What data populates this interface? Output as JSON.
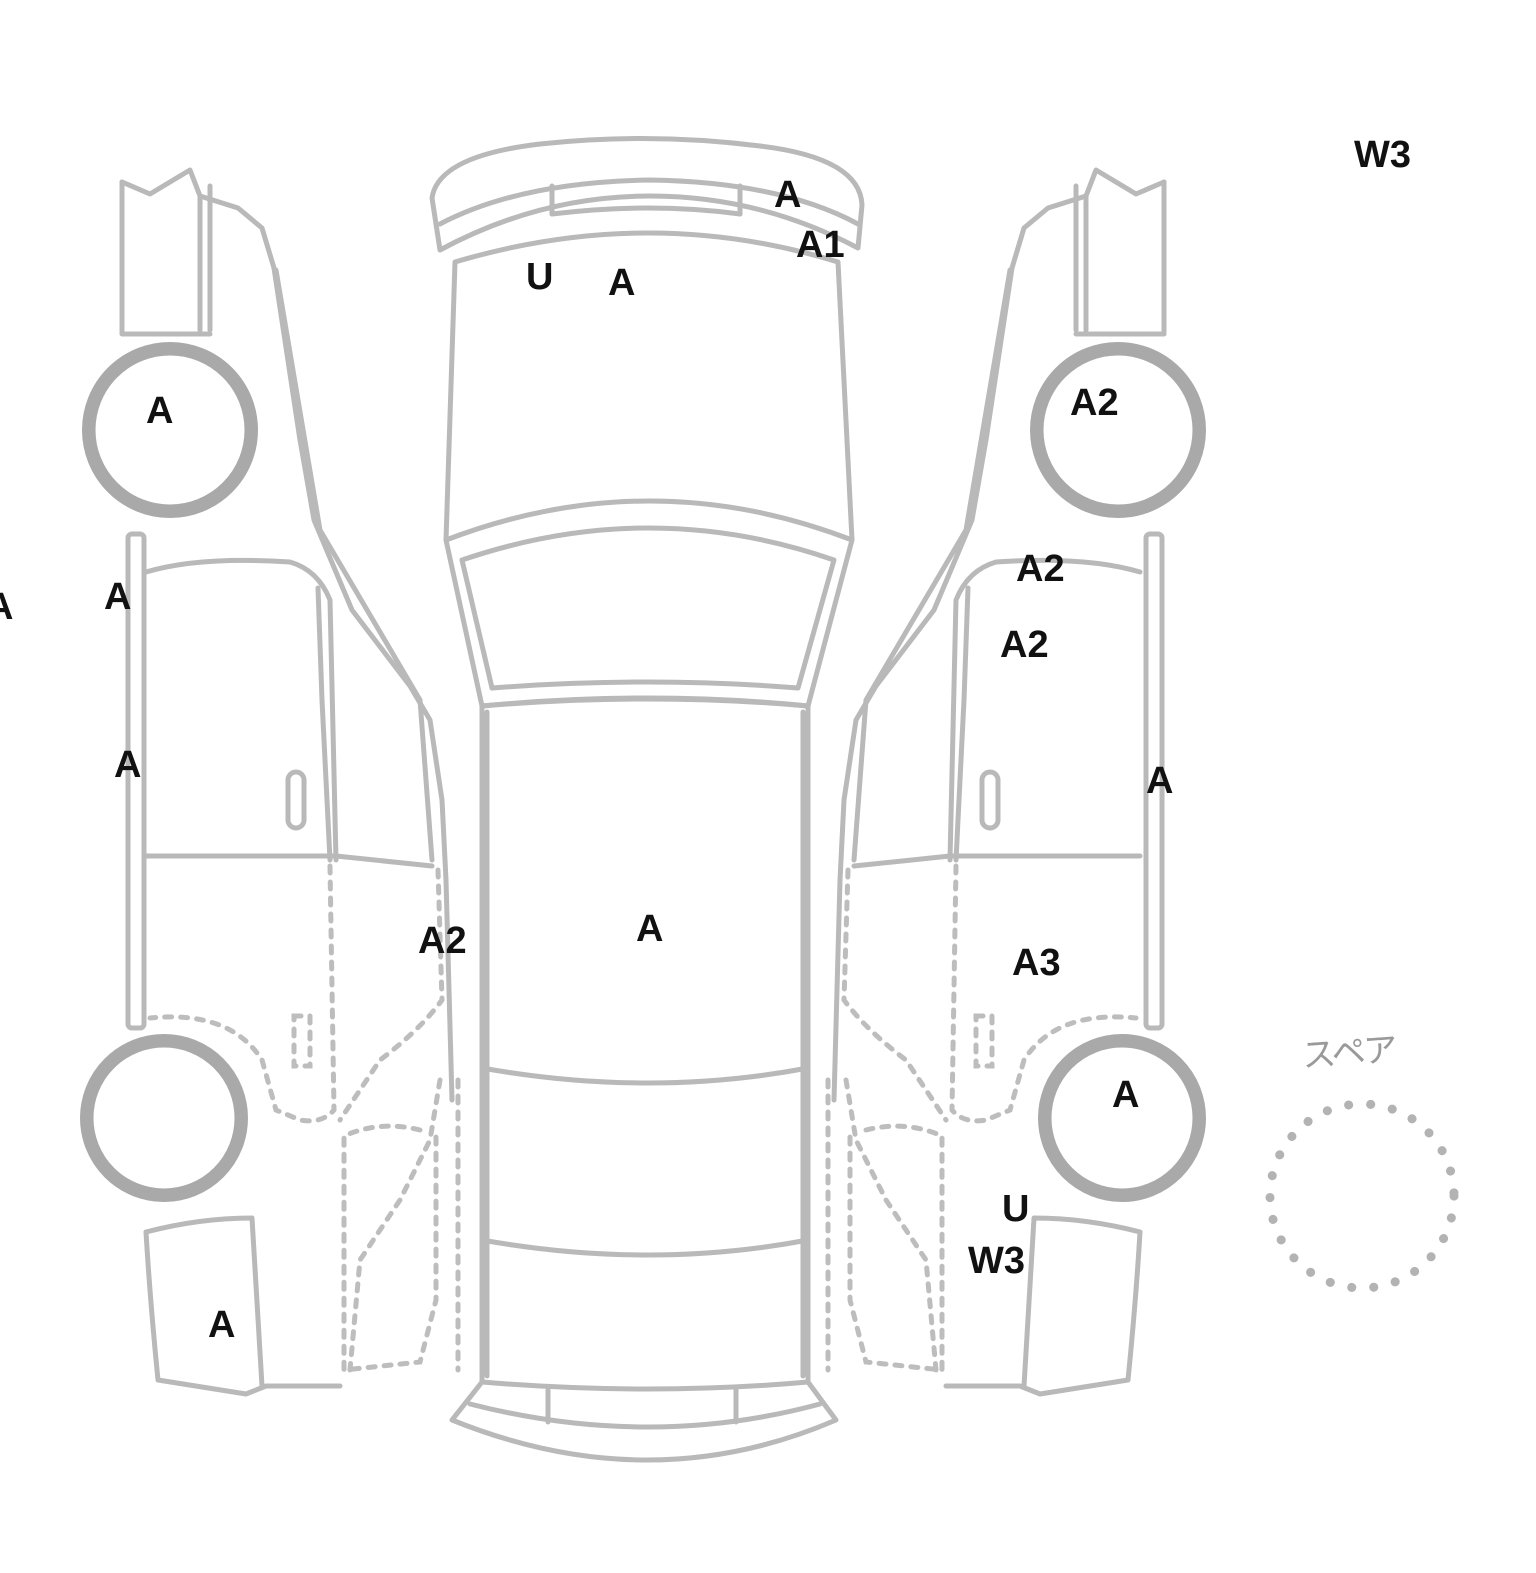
{
  "diagram": {
    "spare_label": "スペア",
    "marks": [
      {
        "id": "top-right-corner",
        "text": "W3"
      },
      {
        "id": "hood-edge-right",
        "text": "A"
      },
      {
        "id": "hood-right",
        "text": "A1"
      },
      {
        "id": "hood-left",
        "text": "U"
      },
      {
        "id": "hood-center",
        "text": "A"
      },
      {
        "id": "left-front-wheel",
        "text": "A"
      },
      {
        "id": "right-front-wheel",
        "text": "A2"
      },
      {
        "id": "left-edge",
        "text": "A"
      },
      {
        "id": "left-rocker-front",
        "text": "A"
      },
      {
        "id": "left-rocker-rear",
        "text": "A"
      },
      {
        "id": "right-front-door-top",
        "text": "A2"
      },
      {
        "id": "right-front-door",
        "text": "A2"
      },
      {
        "id": "right-rocker",
        "text": "A"
      },
      {
        "id": "left-rear-door",
        "text": "A2"
      },
      {
        "id": "roof",
        "text": "A"
      },
      {
        "id": "right-rear-door",
        "text": "A3"
      },
      {
        "id": "right-rear-wheel",
        "text": "A"
      },
      {
        "id": "right-rear-quarter-u",
        "text": "U"
      },
      {
        "id": "right-rear-quarter-w3",
        "text": "W3"
      },
      {
        "id": "left-rear-quarter",
        "text": "A"
      }
    ]
  }
}
